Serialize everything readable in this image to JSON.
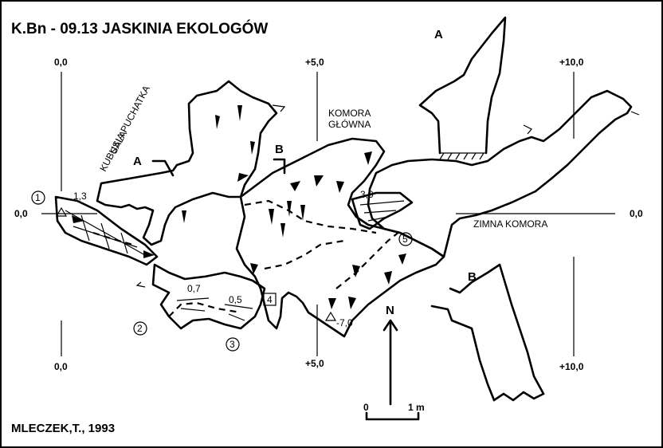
{
  "title": "K.Bn - 09.13  JASKINIA EKOLOGÓW",
  "author": "MLECZEK,T., 1993",
  "grid_labels": {
    "top_left": "0,0",
    "top_mid": "+5,0",
    "top_right": "+10,0",
    "left_row": "0,0",
    "right_row": "0,0",
    "bottom_left": "0,0",
    "bottom_mid": "+5,0",
    "bottom_right": "+10,0"
  },
  "section_letters": {
    "a_main": "A",
    "a_arrow": "A",
    "b_main": "B",
    "b_arrow": "B"
  },
  "chamber_labels": {
    "sala_line1": "SALA",
    "sala_line2": "KUBUSIA PUCHATKA",
    "komora_line1": "KOMORA",
    "komora_line2": "GŁÓWNA",
    "zimna": "ZIMNA KOMORA"
  },
  "entrances": {
    "e1": "1",
    "e2": "2",
    "e3": "3",
    "e4": "4",
    "e5": "5"
  },
  "depths": {
    "d1": "1,3",
    "d2": "3,0",
    "d3": "0,7",
    "d4": "0,5",
    "d5": "-7,0"
  },
  "north": "N",
  "scale": {
    "zero": "0",
    "one": "1 m"
  }
}
